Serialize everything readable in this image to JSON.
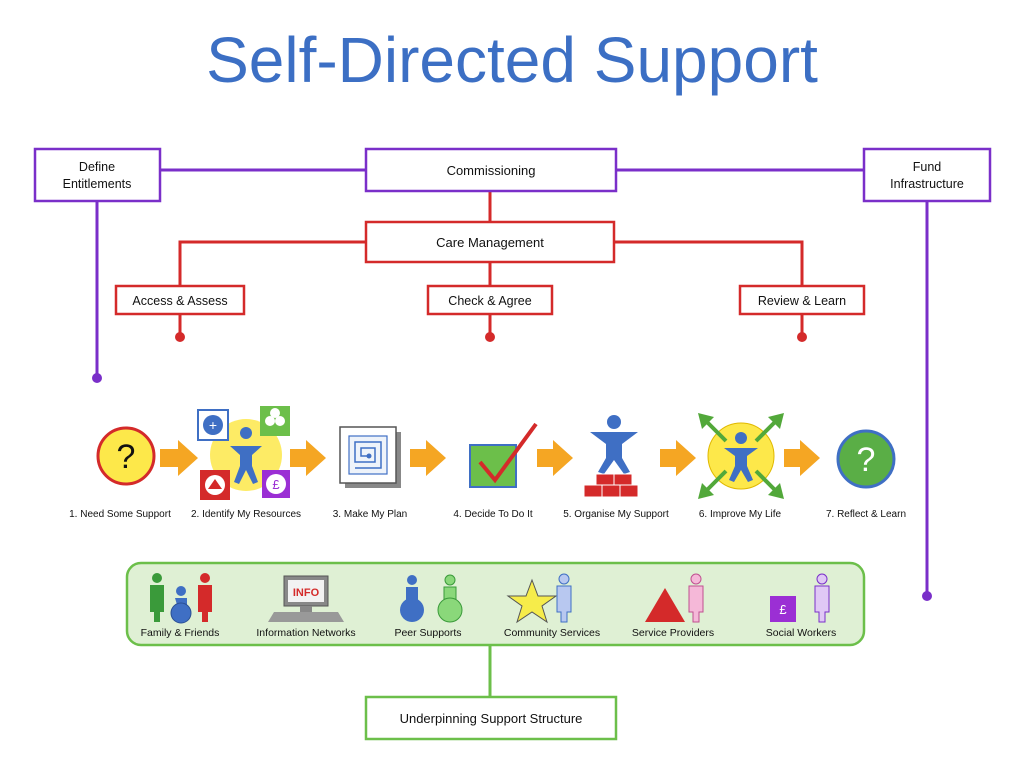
{
  "title": "Self-Directed Support",
  "boxes": {
    "define_entitlements": [
      "Define",
      "Entitlements"
    ],
    "commissioning": "Commissioning",
    "fund_infrastructure": [
      "Fund",
      "Infrastructure"
    ],
    "care_management": "Care Management",
    "access_assess": "Access & Assess",
    "check_agree": "Check & Agree",
    "review_learn": "Review & Learn",
    "underpinning": "Underpinning Support Structure"
  },
  "steps": [
    {
      "label": "1. Need Some Support",
      "icon": "question-circle-yellow-icon",
      "glyph": "?"
    },
    {
      "label": "2. Identify My Resources",
      "icon": "person-resources-icon"
    },
    {
      "label": "3. Make My Plan",
      "icon": "plan-document-icon"
    },
    {
      "label": "4. Decide To Do It",
      "icon": "checkmark-box-icon"
    },
    {
      "label": "5. Organise My Support",
      "icon": "person-on-bricks-icon"
    },
    {
      "label": "6. Improve My Life",
      "icon": "person-expanding-icon"
    },
    {
      "label": "7. Reflect & Learn",
      "icon": "question-circle-green-icon",
      "glyph": "?"
    }
  ],
  "resource_symbols": {
    "plus": "+",
    "pound": "£"
  },
  "supports": [
    {
      "label": "Family & Friends",
      "icon": "family-figures-icon"
    },
    {
      "label": "Information Networks",
      "icon": "info-monitor-icon",
      "screen_text": "INFO"
    },
    {
      "label": "Peer Supports",
      "icon": "peer-figures-icon"
    },
    {
      "label": "Community Services",
      "icon": "star-person-icon"
    },
    {
      "label": "Service Providers",
      "icon": "triangle-person-icon"
    },
    {
      "label": "Social Workers",
      "icon": "pound-person-icon",
      "glyph": "£"
    }
  ],
  "colors": {
    "title": "#3c6fc4",
    "purple": "#7a2fc9",
    "red": "#d42a2a",
    "green": "#6cbf4a",
    "arrow": "#f5a623",
    "yellow": "#fde84a",
    "blue_person": "#3f6fc4"
  }
}
